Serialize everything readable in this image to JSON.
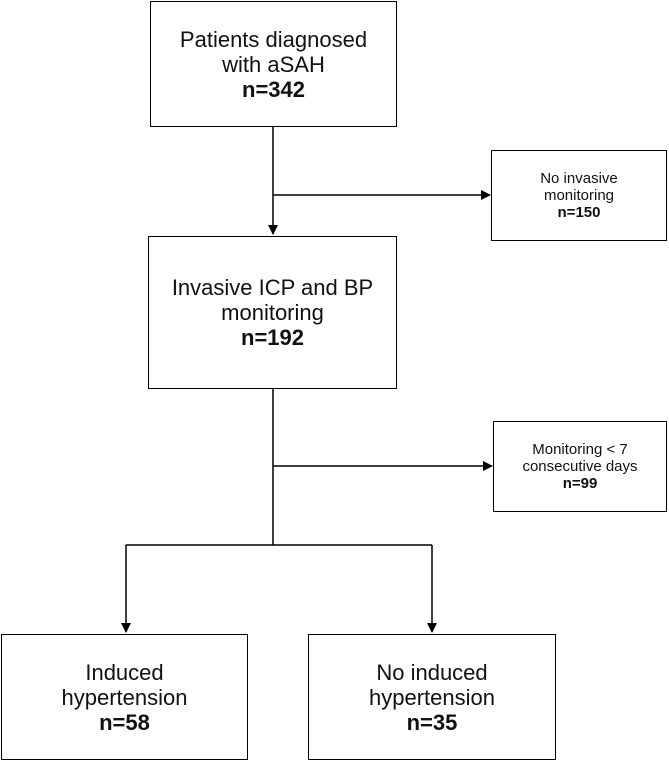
{
  "boxes": {
    "diagnosed": {
      "line1": "Patients diagnosed",
      "line2": "with aSAH",
      "count": "n=342"
    },
    "no_invasive": {
      "line1": "No invasive",
      "line2": "monitoring",
      "count": "n=150"
    },
    "invasive": {
      "line1": "Invasive ICP and BP",
      "line2": "monitoring",
      "count": "n=192"
    },
    "short_monitoring": {
      "line1": "Monitoring < 7",
      "line2": "consecutive days",
      "count": "n=99"
    },
    "induced": {
      "line1": "Induced",
      "line2": "hypertension",
      "count": "n=58"
    },
    "no_induced": {
      "line1": "No induced",
      "line2": "hypertension",
      "count": "n=35"
    }
  }
}
